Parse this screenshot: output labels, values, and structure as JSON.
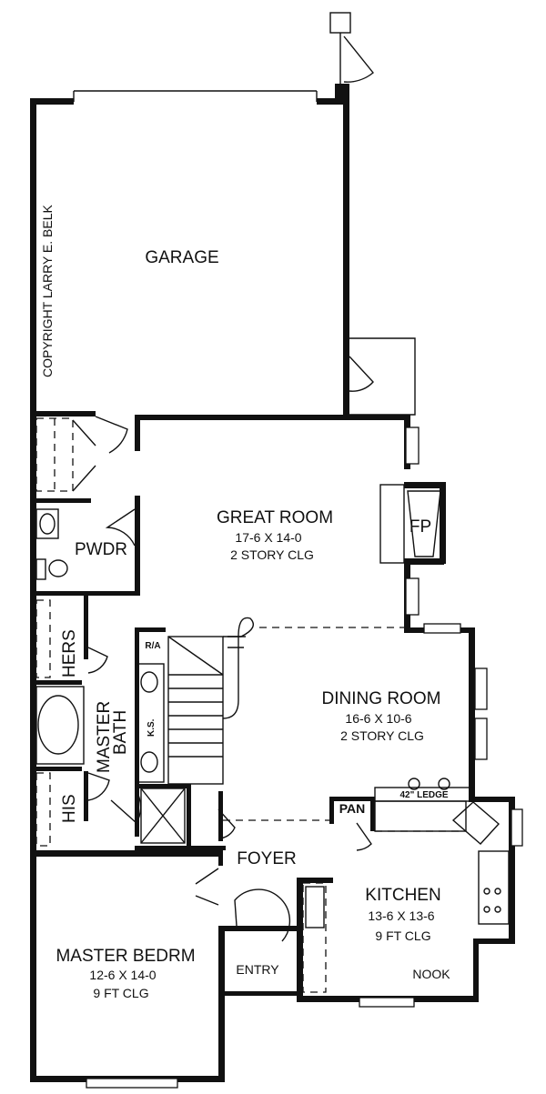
{
  "copyright": "COPYRIGHT LARRY E. BELK",
  "rooms": {
    "garage": {
      "name": "GARAGE"
    },
    "great_room": {
      "name": "GREAT ROOM",
      "size": "17-6 X 14-0",
      "note": "2 STORY CLG"
    },
    "dining_room": {
      "name": "DINING ROOM",
      "size": "16-6 X 10-6",
      "note": "2 STORY CLG"
    },
    "kitchen": {
      "name": "KITCHEN",
      "size": "13-6 X 13-6",
      "note": "9 FT CLG"
    },
    "master_bedroom": {
      "name": "MASTER BEDRM",
      "size": "12-6 X 14-0",
      "note": "9 FT CLG"
    },
    "master_bath": {
      "line1": "MASTER",
      "line2": "BATH"
    }
  },
  "labels": {
    "fireplace": "FP",
    "powder": "PWDR",
    "hers": "HERS",
    "his": "HIS",
    "ra": "R/A",
    "ks": "K.S.",
    "pantry": "PAN",
    "ledge": "42\" LEDGE",
    "foyer": "FOYER",
    "entry": "ENTRY",
    "nook": "NOOK"
  }
}
